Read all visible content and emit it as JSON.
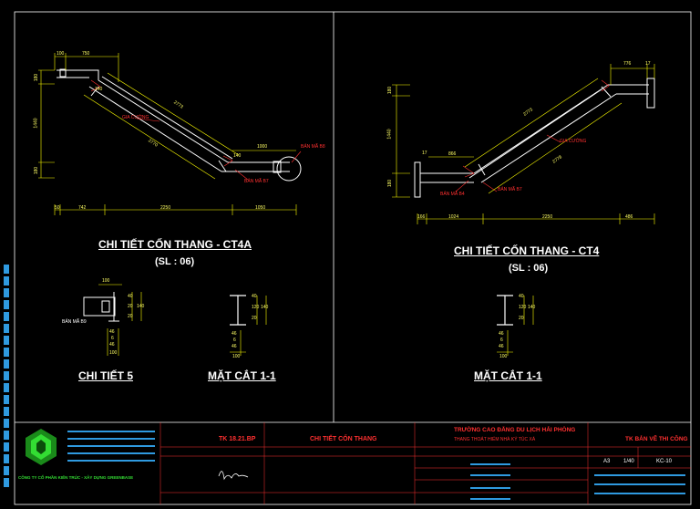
{
  "colors": {
    "background": "#000000",
    "structure": "#ffffff",
    "dimension": "#ffff00",
    "annotation": "#ff3030",
    "titleblock_line": "#ff3030",
    "logo": "#22cc22",
    "sidebar": "#2f9ae0"
  },
  "left_drawing": {
    "title": "CHI TIẾT CỐN THANG - CT4A",
    "subtitle": "(SL : 06)",
    "labels": {
      "gia_cuong": "GIA CƯỜNG",
      "ban_ma_b8": "BẢN MÃ B8",
      "ban_ma_b7": "BẢN MÃ B7"
    },
    "dims": {
      "top_a": "100",
      "top_b": "750",
      "slant_top": "2773",
      "slant_bot": "2770",
      "right_top": "1000",
      "left_v1": "180",
      "left_v2": "1440",
      "left_v3": "180",
      "bottom_1": "50",
      "bottom_2": "742",
      "bottom_3": "2250",
      "bottom_4": "1050",
      "small_1": "140",
      "small_2": "140"
    }
  },
  "right_drawing": {
    "title": "CHI TIẾT CỐN THANG - CT4",
    "subtitle": "(SL : 06)",
    "labels": {
      "gia_cuong": "GIA CƯỜNG",
      "ban_ma_b4": "BẢN MÃ B4",
      "ban_ma_b7": "BẢN MÃ B7"
    },
    "dims": {
      "top_a": "776",
      "top_b": "17",
      "slant_top": "2773",
      "slant_bot": "2778",
      "left_v1": "180",
      "left_v2": "1440",
      "left_v3": "180",
      "left_small": "17",
      "lower_dim": "866",
      "bottom_1": "166",
      "bottom_2": "1024",
      "bottom_3": "2250",
      "bottom_4": "486"
    }
  },
  "details": {
    "chi_tiet_5": {
      "title": "CHI TIẾT 5",
      "label": "BẢN MÃ B9",
      "dim_top": "100",
      "dims_right": [
        "40",
        "20",
        "140",
        "20"
      ],
      "dims_bottom": [
        "46",
        "6",
        "46",
        "100"
      ]
    },
    "mat_cat_left": {
      "title": "MẶT CẮT 1-1",
      "dims_right": [
        "40",
        "120",
        "140",
        "20"
      ],
      "dims_bottom": [
        "46",
        "6",
        "46",
        "100"
      ]
    },
    "mat_cat_right": {
      "title": "MẶT CẮT 1-1",
      "dims_right": [
        "40",
        "120",
        "140",
        "20"
      ],
      "dims_bottom": [
        "46",
        "6",
        "46",
        "100"
      ]
    }
  },
  "title_block": {
    "drawing_code": "TK 18.21.BP",
    "drawing_name": "CHI TIẾT CỐN THANG",
    "owner": "TRƯỜNG CAO ĐẲNG DU LỊCH HẢI PHÒNG",
    "project": "THANG THOÁT HIỂM NHÀ KÝ TÚC XÁ",
    "phase": "TK BẢN VẼ THI CÔNG",
    "size_label": "A3",
    "scale_label": "1/40",
    "sheet_no": "KC-10",
    "company": "CÔNG TY CỔ PHẦN KIẾN TRÚC - XÂY DỰNG GREENBASE",
    "row_labels": [
      "",
      "",
      "",
      ""
    ]
  }
}
